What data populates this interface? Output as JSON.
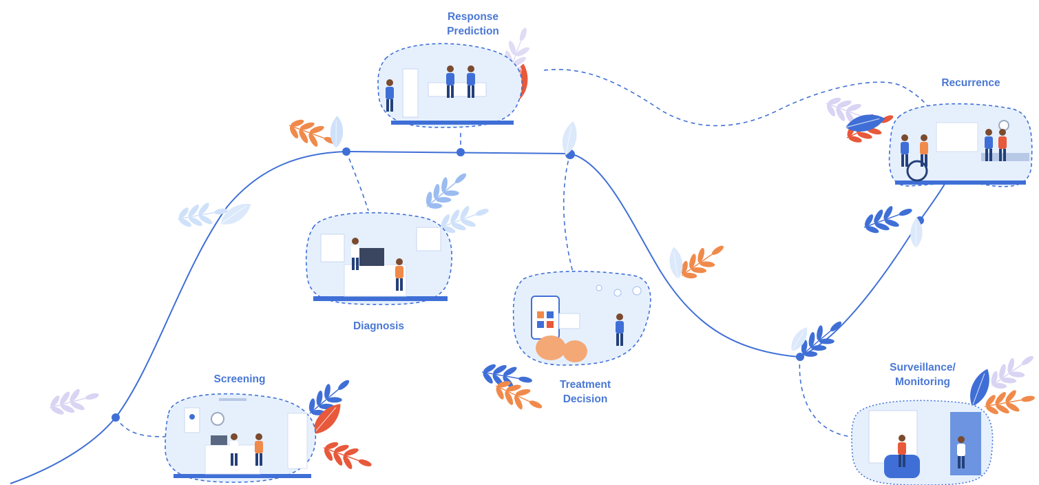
{
  "stages": [
    {
      "id": "screening",
      "label": "Screening"
    },
    {
      "id": "diagnosis",
      "label": "Diagnosis"
    },
    {
      "id": "response",
      "label": "Response\nPrediction"
    },
    {
      "id": "treatment",
      "label": "Treatment\nDecision"
    },
    {
      "id": "recurrence",
      "label": "Recurrence"
    },
    {
      "id": "surveillance",
      "label": "Surveillance/\nMonitoring"
    }
  ],
  "colors": {
    "path": "#3f6fd6",
    "label": "#4a78d4",
    "blob_fill": "#e6f0fd",
    "floor": "#3f6fd6",
    "leaf_orange": "#f08a4b",
    "leaf_red": "#e8583a",
    "leaf_blue": "#3f6fd6",
    "leaf_light": "#cfe1fa",
    "leaf_lavender": "#d9d4f3"
  },
  "icons": [
    "leaf-sprig-icon",
    "person-icon",
    "computer-monitor-icon",
    "wheelchair-icon",
    "phone-icon"
  ]
}
